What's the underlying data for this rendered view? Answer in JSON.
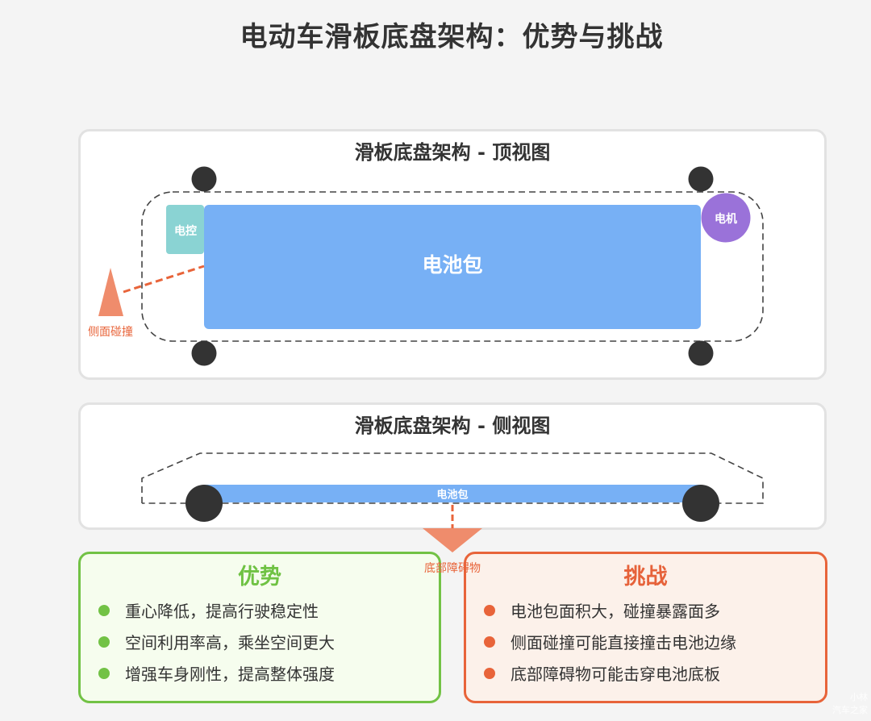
{
  "title": "电动车滑板底盘架构：优势与挑战",
  "top_view": {
    "title": "滑板底盘架构 - 顶视图",
    "battery_label": "电池包",
    "controller_label": "电控",
    "motor_label": "电机",
    "side_impact_label": "侧面碰撞"
  },
  "side_view": {
    "title": "滑板底盘架构 - 侧视图",
    "battery_label": "电池包",
    "obstacle_label": "底部障碍物"
  },
  "advantages": {
    "title": "优势",
    "items": [
      "重心降低，提高行驶稳定性",
      "空间利用率高，乘坐空间更大",
      "增强车身刚性，提高整体强度"
    ]
  },
  "challenges": {
    "title": "挑战",
    "items": [
      "电池包面积大，碰撞暴露面多",
      "侧面碰撞可能直接撞击电池边缘",
      "底部障碍物可能击穿电池底板"
    ]
  },
  "watermark": {
    "line1": "小林",
    "line2": "汽车之家"
  },
  "colors": {
    "battery": "#77b0f5",
    "controller": "#8ad3d3",
    "motor": "#9a72d9",
    "wheel": "#333333",
    "impact": "#ef8c6c",
    "impact_line": "#e8643a",
    "advantage": "#72c245",
    "challenge": "#e8643a"
  }
}
